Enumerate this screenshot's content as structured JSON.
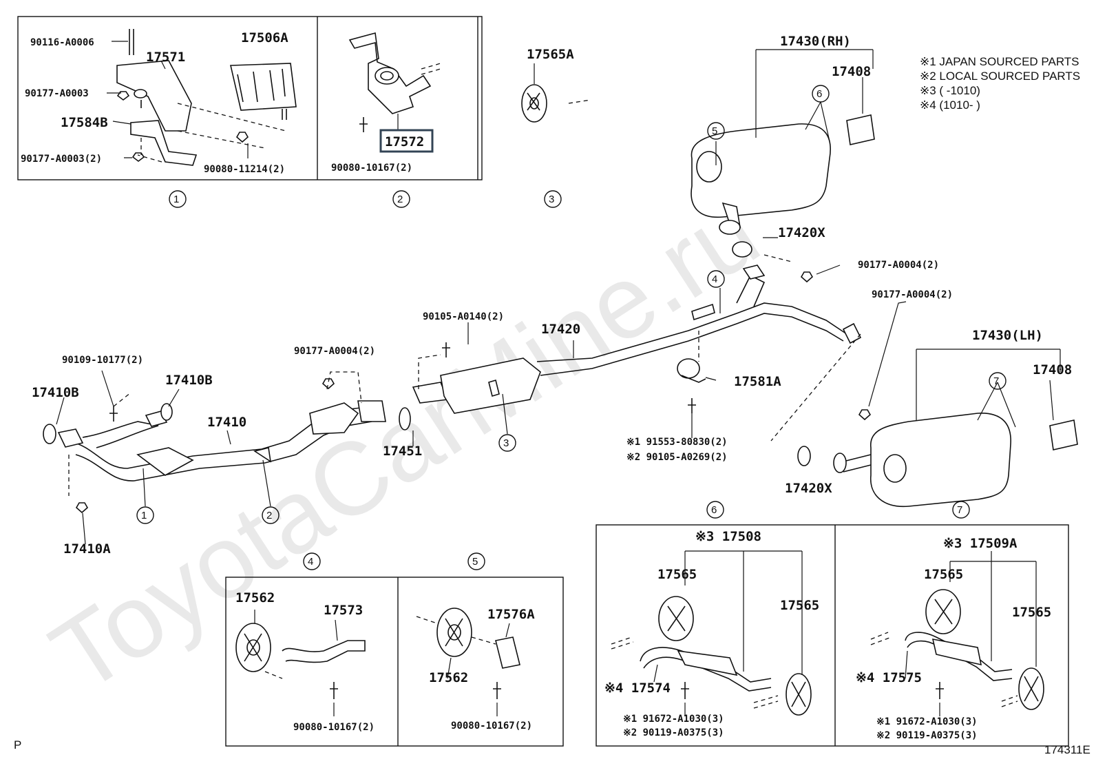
{
  "watermark": "ToyotaCarMine.ru",
  "notes": [
    "※1 JAPAN SOURCED PARTS",
    "※2 LOCAL SOURCED PARTS",
    "※3 (      -1010)",
    "※4 (1010-      )"
  ],
  "detail_markers": [
    "1",
    "2",
    "3",
    "4",
    "5",
    "6",
    "7"
  ],
  "highlighted_part": "17572",
  "labels": {
    "p90116": "90116-A0006",
    "p17571": "17571",
    "p17506A": "17506A",
    "p90177_1": "90177-A0003",
    "p17584B": "17584B",
    "p90177_2": "90177-A0003(2)",
    "p90080_11214": "90080-11214(2)",
    "p17572": "17572",
    "p90080_box2": "90080-10167(2)",
    "p17565A": "17565A",
    "p17430RH": "17430(RH)",
    "p17408a": "17408",
    "p17420Xa": "17420X",
    "p90177_a": "90177-A0004(2)",
    "p90177_b": "90177-A0004(2)",
    "p90105": "90105-A0140(2)",
    "p17420": "17420",
    "p90177_c": "90177-A0004(2)",
    "p90109": "90109-10177(2)",
    "p17410B_a": "17410B",
    "p17410B_b": "17410B",
    "p17410": "17410",
    "p17451": "17451",
    "p17581A": "17581A",
    "p91553": "※1 91553-80830(2)",
    "p90105b": "※2 90105-A0269(2)",
    "p17430LH": "17430(LH)",
    "p17408b": "17408",
    "p17420Xb": "17420X",
    "p17410A": "17410A",
    "p17562a": "17562",
    "p17573": "17573",
    "p90080_box4": "90080-10167(2)",
    "p17576A": "17576A",
    "p17562b": "17562",
    "p90080_box5": "90080-10167(2)",
    "p17508": "※3 17508",
    "p17565_6a": "17565",
    "p17565_6b": "17565",
    "p17574": "※4 17574",
    "p91672_6": "※1 91672-A1030(3)",
    "p90119_6": "※2 90119-A0375(3)",
    "p17509A": "※3 17509A",
    "p17565_7a": "17565",
    "p17565_7b": "17565",
    "p17575": "※4 17575",
    "p91672_7": "※1 91672-A1030(3)",
    "p90119_7": "※2 90119-A0375(3)"
  },
  "footer_left": "P",
  "footer_right": "174311E"
}
